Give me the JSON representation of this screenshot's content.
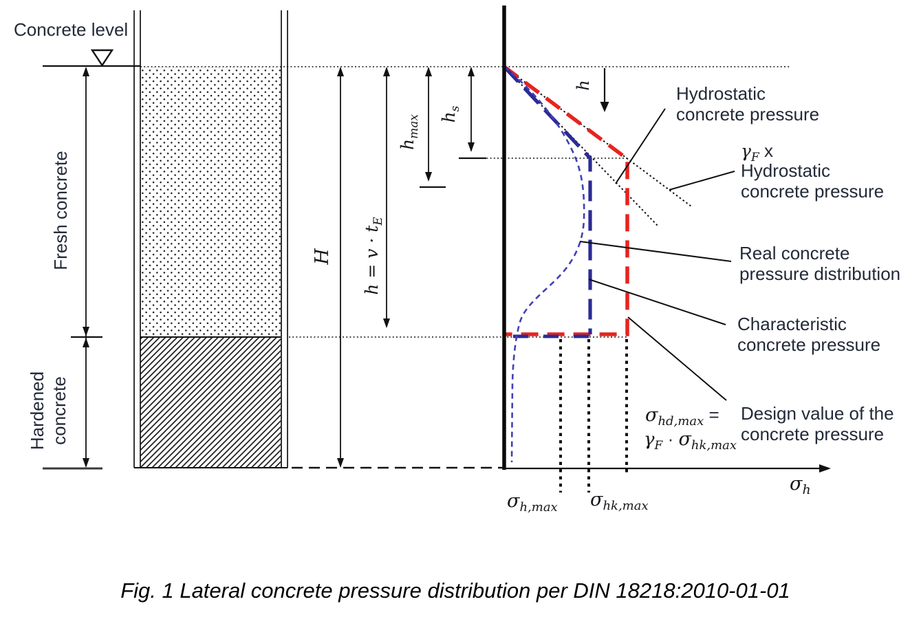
{
  "colors": {
    "design_red": "#e8231e",
    "characteristic_blue": "#2b2b96",
    "real_curve_blue": "#4040b8",
    "label_text": "#232a38",
    "line_black": "#111111"
  },
  "labels": {
    "concrete_level": "Concrete level",
    "fresh_concrete": "Fresh concrete",
    "hardened_line1": "Hardened",
    "hardened_line2": "concrete"
  },
  "dims": {
    "H": "H",
    "h_formula_base": "h = v · t",
    "h_formula_sub": "E",
    "h_max_base": "h",
    "h_max_sub": "max",
    "h_s_base": "h",
    "h_s_sub": "s",
    "h_depth": "h"
  },
  "legend": {
    "hydrostatic_line1": "Hydrostatic",
    "hydrostatic_line2": "concrete pressure",
    "gamma_factor_symbol": "γ",
    "gamma_factor_sub": "F",
    "gamma_times": " x",
    "gamma_hydrostatic_line1": "Hydrostatic",
    "gamma_hydrostatic_line2": "concrete pressure",
    "real_line1": "Real concrete",
    "real_line2": "pressure distribution",
    "characteristic_line1": "Characteristic",
    "characteristic_line2": "concrete pressure",
    "design_line1": "Design value of the",
    "design_line2": "concrete pressure"
  },
  "sigma": {
    "sigma_symbol": "σ",
    "axis_sub": "h",
    "h_max_sub": "h,max",
    "hk_max_sub": "hk,max",
    "hd_max_sub": "hd,max",
    "equals": " =",
    "gamma_symbol": "γ",
    "gamma_sub": "F",
    "times_dot": " · "
  },
  "caption": "Fig. 1 Lateral concrete pressure distribution per DIN 18218:2010-01-01"
}
